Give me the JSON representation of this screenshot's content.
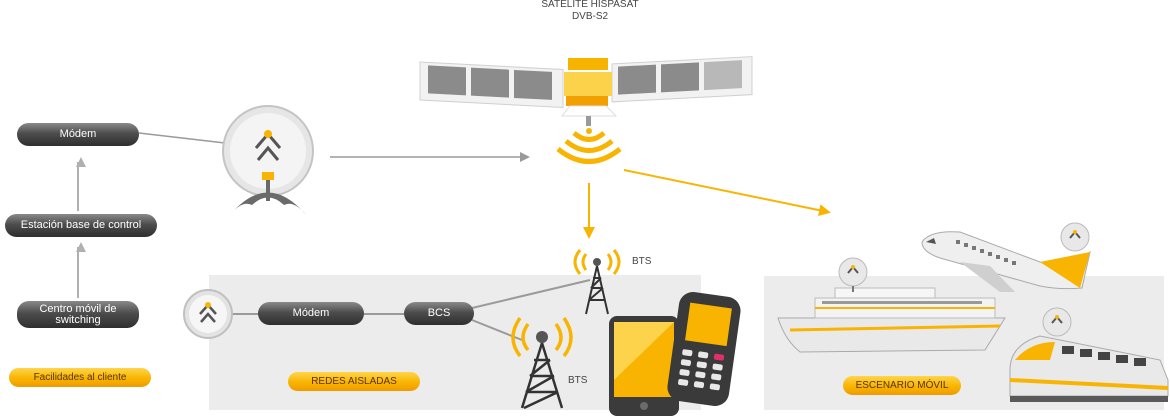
{
  "satellite": {
    "title": "SATÉLITE HISPASAT",
    "subtitle": "DVB-S2"
  },
  "left_column": {
    "modem": "Módem",
    "base_station": "Estación base de control",
    "switching": "Centro móvil de switching",
    "client_button": "Facilidades al cliente"
  },
  "isolated_networks": {
    "modem": "Módem",
    "bcs": "BCS",
    "bts_top": "BTS",
    "bts_bottom": "BTS",
    "label": "REDES AISLADAS"
  },
  "mobile_scenario": {
    "label": "ESCENARIO MÓVIL"
  },
  "colors": {
    "accent": "#f8b400",
    "dark_pill": "#4d4d4d",
    "panel": "#ececec",
    "line": "#aaaaaa"
  }
}
